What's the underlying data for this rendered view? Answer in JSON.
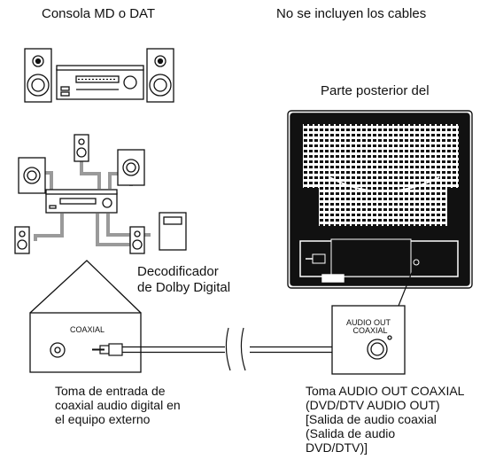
{
  "labels": {
    "md_console": "Consola MD o DAT",
    "cables_not_included": "No se incluyen los cables",
    "tv_rear": "Parte posterior del",
    "decoder": "Decodificador\nde Dolby Digital",
    "external_input": "Toma de entrada de\ncoaxial audio digital en\nel equipo externo",
    "tv_output": "Toma AUDIO OUT COAXIAL\n(DVD/DTV AUDIO OUT)\n[Salida de audio coaxial\n(Salida de audio\nDVD/DTV)]"
  },
  "jack_labels": {
    "external": "COAXIAL",
    "tv_line1": "AUDIO OUT",
    "tv_line2": "COAXIAL"
  },
  "colors": {
    "line": "#111111",
    "speaker_wire": "#9a9a9a",
    "coax_cable": "#555555"
  }
}
